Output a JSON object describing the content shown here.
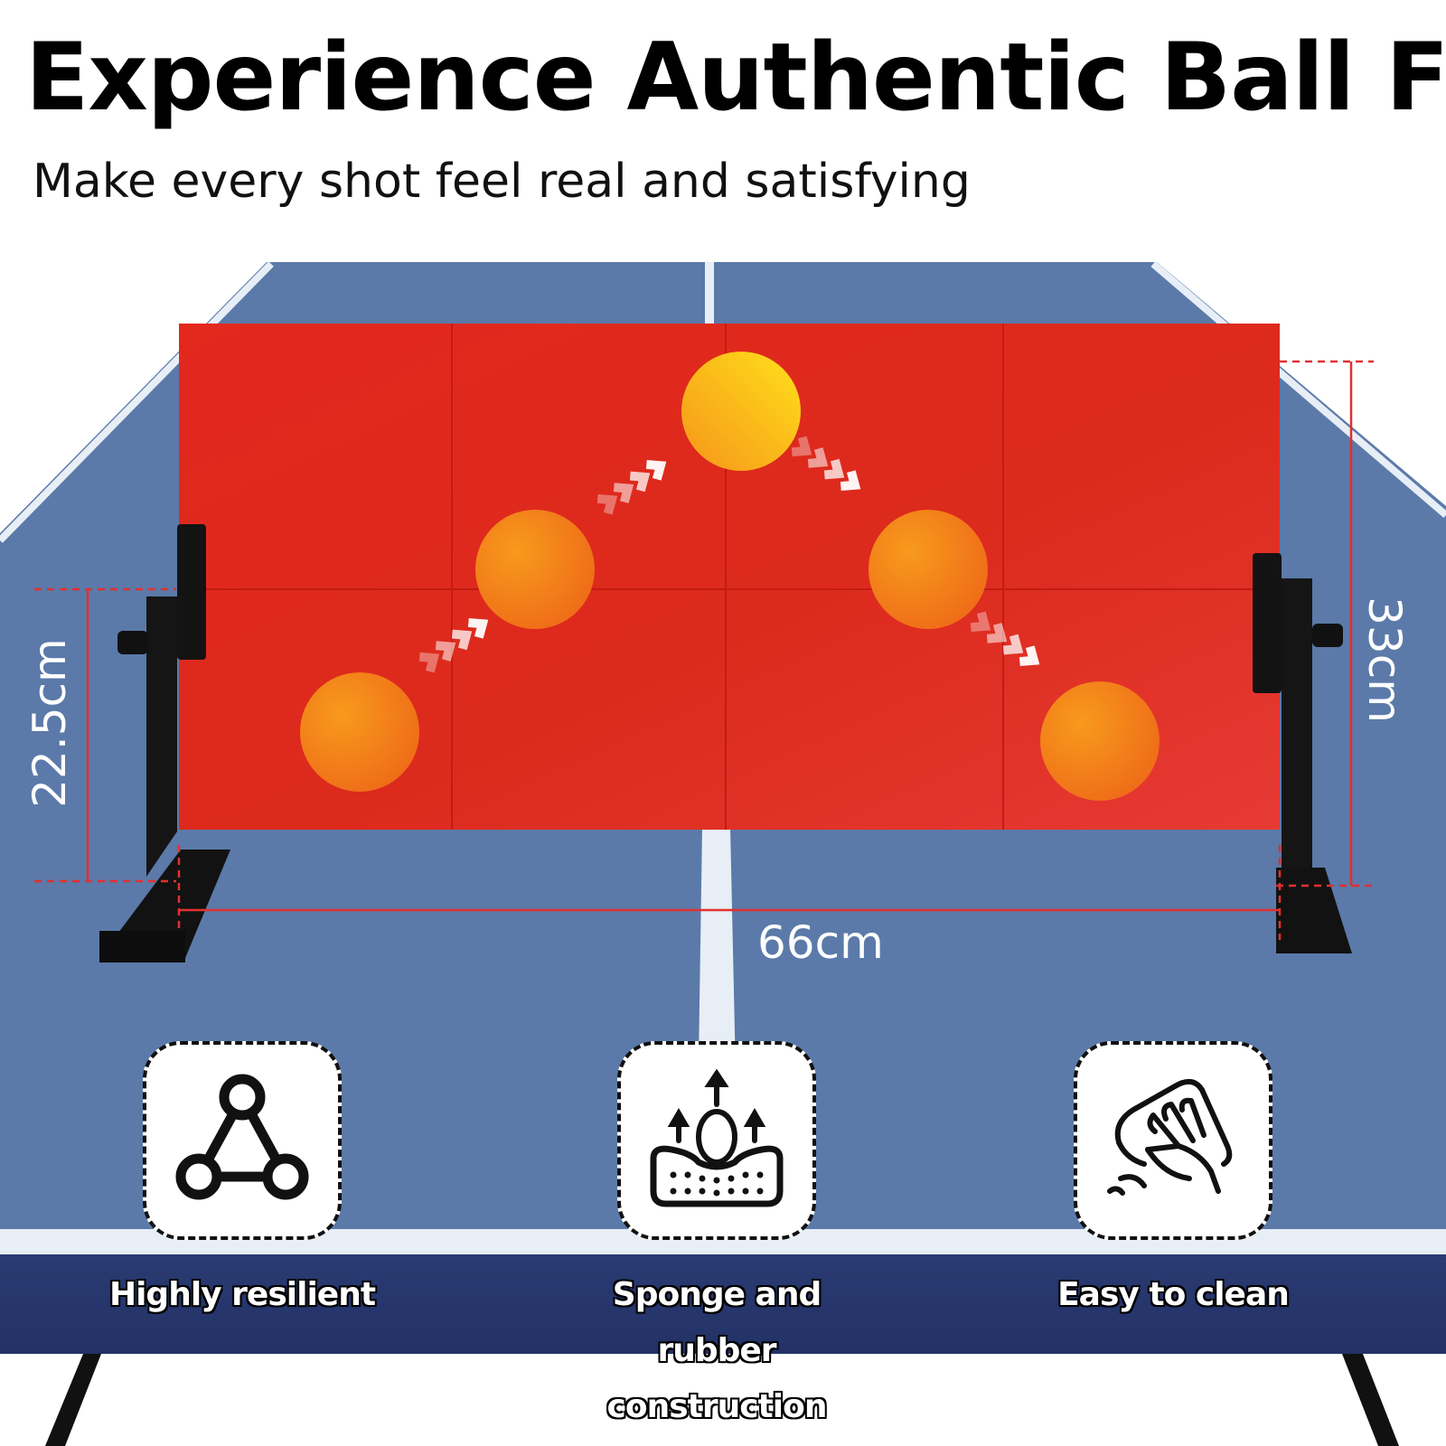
{
  "header": {
    "title": "Experience Authentic Ball Feel",
    "subtitle": "Make every shot feel real and satisfying"
  },
  "dimensions": {
    "width": "66cm",
    "height_left": "22.5cm",
    "height_right": "33cm"
  },
  "features": [
    {
      "label": "Highly resilient",
      "icon": "triangle-nodes-icon"
    },
    {
      "label": "Sponge and rubber construction",
      "icon": "sponge-rebound-icon"
    },
    {
      "label": "Easy to clean",
      "icon": "wiping-hand-icon"
    }
  ],
  "colors": {
    "table_blue": "#5b7aa9",
    "board_red": "#de2a1f",
    "ball_orange": "#f58a16",
    "dimension_line": "#e23030"
  }
}
